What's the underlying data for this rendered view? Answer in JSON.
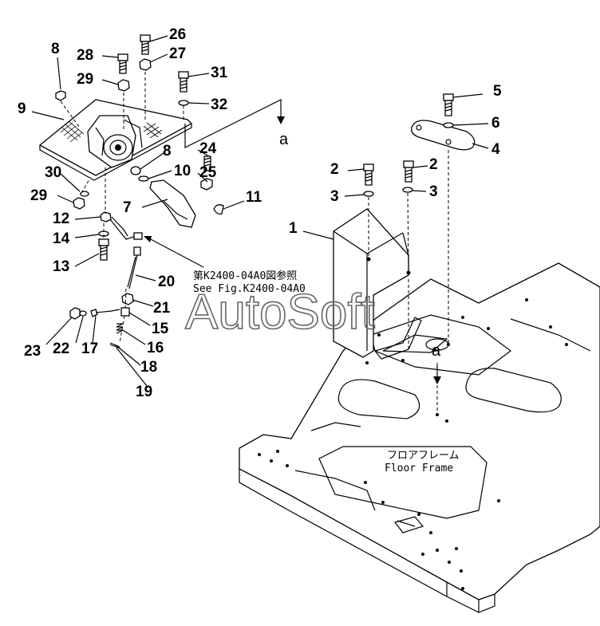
{
  "callouts": [
    {
      "id": "1",
      "label": "1"
    },
    {
      "id": "2a",
      "label": "2"
    },
    {
      "id": "2b",
      "label": "2"
    },
    {
      "id": "3a",
      "label": "3"
    },
    {
      "id": "3b",
      "label": "3"
    },
    {
      "id": "4",
      "label": "4"
    },
    {
      "id": "5",
      "label": "5"
    },
    {
      "id": "6",
      "label": "6"
    },
    {
      "id": "7",
      "label": "7"
    },
    {
      "id": "8a",
      "label": "8"
    },
    {
      "id": "8b",
      "label": "8"
    },
    {
      "id": "9",
      "label": "9"
    },
    {
      "id": "10",
      "label": "10"
    },
    {
      "id": "11",
      "label": "11"
    },
    {
      "id": "12",
      "label": "12"
    },
    {
      "id": "13",
      "label": "13"
    },
    {
      "id": "14",
      "label": "14"
    },
    {
      "id": "15",
      "label": "15"
    },
    {
      "id": "16",
      "label": "16"
    },
    {
      "id": "17",
      "label": "17"
    },
    {
      "id": "18",
      "label": "18"
    },
    {
      "id": "19",
      "label": "19"
    },
    {
      "id": "20",
      "label": "20"
    },
    {
      "id": "21",
      "label": "21"
    },
    {
      "id": "22",
      "label": "22"
    },
    {
      "id": "23",
      "label": "23"
    },
    {
      "id": "24",
      "label": "24"
    },
    {
      "id": "25",
      "label": "25"
    },
    {
      "id": "26",
      "label": "26"
    },
    {
      "id": "27",
      "label": "27"
    },
    {
      "id": "28",
      "label": "28"
    },
    {
      "id": "29a",
      "label": "29"
    },
    {
      "id": "29b",
      "label": "29"
    },
    {
      "id": "30",
      "label": "30"
    },
    {
      "id": "31",
      "label": "31"
    },
    {
      "id": "32",
      "label": "32"
    }
  ],
  "marker_top": "a",
  "marker_bottom": "a",
  "reference_note": {
    "line1": "第K2400-04A0図参照",
    "line2": "See Fig.K2400-04A0"
  },
  "floor_frame": {
    "label_jp": "フロアフレーム",
    "label_en": "Floor Frame"
  },
  "watermark": "AutoSoft"
}
